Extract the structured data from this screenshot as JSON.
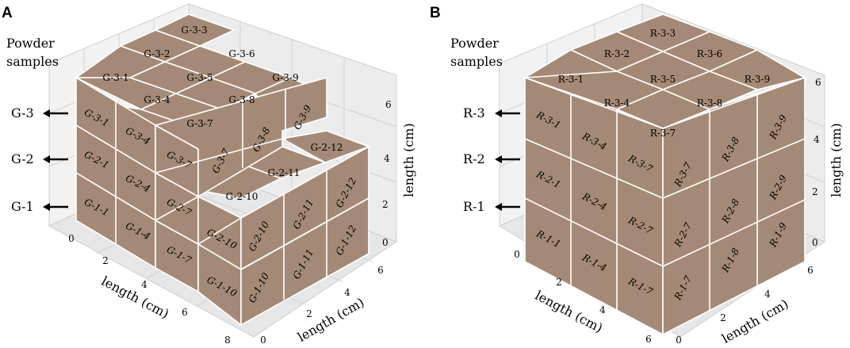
{
  "panels": {
    "a": {
      "letter": "A",
      "caption": "Powder samples",
      "caption_line1": "Powder",
      "caption_line2": "samples",
      "layer_labels": [
        "G-3",
        "G-2",
        "G-1"
      ],
      "axis_label_left": "length (cm)",
      "axis_label_right": "length (cm)",
      "axis_label_vertical": "length (cm)",
      "left_axis_ticks": [
        "0",
        "2",
        "4",
        "6",
        "8"
      ],
      "right_axis_ticks": [
        "0",
        "2",
        "4",
        "6"
      ],
      "vertical_axis_ticks": [
        "0",
        "2",
        "4",
        "6"
      ],
      "top_labels": [
        "G-3-3",
        "G-3-2",
        "G-3-6",
        "G-3-1",
        "G-3-5",
        "G-3-9",
        "G-3-4",
        "G-3-8",
        "G-3-7",
        "G-2-12",
        "G-2-11",
        "G-2-10"
      ],
      "front_left_labels": [
        "G-3-1",
        "G-3-4",
        "G-3-7",
        "G-2-1",
        "G-2-4",
        "G-2-7",
        "G-1-1",
        "G-1-4",
        "G-1-7",
        "G-2-10",
        "G-1-10"
      ],
      "front_right_labels": [
        "G-3-9",
        "G-3-8",
        "G-3-7",
        "G-2-12",
        "G-2-11",
        "G-2-10",
        "G-1-12",
        "G-1-11",
        "G-1-10"
      ]
    },
    "b": {
      "letter": "B",
      "caption_line1": "Powder",
      "caption_line2": "samples",
      "layer_labels": [
        "R-3",
        "R-2",
        "R-1"
      ],
      "axis_label_left": "length (cm)",
      "axis_label_right": "length (cm)",
      "axis_label_vertical": "length (cm)",
      "left_axis_ticks": [
        "0",
        "2",
        "4",
        "6"
      ],
      "right_axis_ticks": [
        "0",
        "2",
        "4",
        "6"
      ],
      "vertical_axis_ticks": [
        "0",
        "2",
        "4",
        "6"
      ],
      "top_labels": [
        "R-3-3",
        "R-3-2",
        "R-3-6",
        "R-3-1",
        "R-3-5",
        "R-3-9",
        "R-3-4",
        "R-3-8",
        "R-3-7"
      ],
      "front_left_labels": [
        "R-3-1",
        "R-3-4",
        "R-3-7",
        "R-2-1",
        "R-2-4",
        "R-3-7",
        "R-1-1",
        "R-1-4",
        "R-2-7",
        "R-1-7"
      ],
      "front_right_labels": [
        "R-3-9",
        "R-3-8",
        "R-2-9",
        "R-2-8",
        "R-2-7",
        "R-1-9",
        "R-1-8",
        "R-1-7"
      ]
    }
  },
  "colors": {
    "cube_fill": "#a48a76",
    "cube_edge": "#ffffff",
    "pane": "#f2f2f2",
    "grid": "#d2d2d2",
    "ink": "#000000"
  }
}
